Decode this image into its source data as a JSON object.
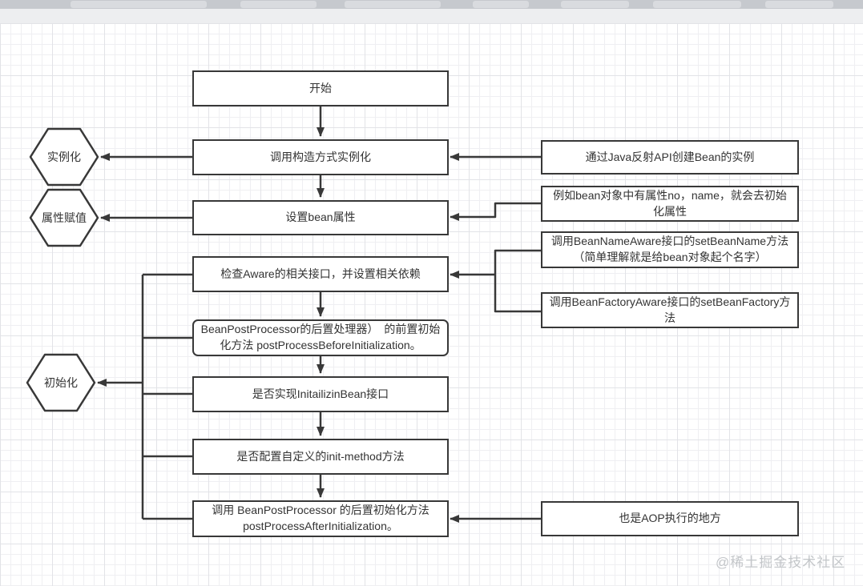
{
  "colors": {
    "stroke": "#383838",
    "node_fill": "#ffffff",
    "grid_minor": "#efeff2",
    "grid_major": "#e2e3e7",
    "tab_strip": "#c6c9ce",
    "toolbar": "#edeef0",
    "watermark_color": "#c3c6c9"
  },
  "watermark": "@稀土掘金技术社区",
  "flow": {
    "main": [
      {
        "label": "开始"
      },
      {
        "label": "调用构造方式实例化"
      },
      {
        "label": "设置bean属性"
      },
      {
        "label": "检查Aware的相关接口，并设置相关依赖"
      },
      {
        "label": "BeanPostProcessor的后置处理器）　的前置初始化方法 postProcessBeforeInitialization。"
      },
      {
        "label": "是否实现InitailizinBean接口"
      },
      {
        "label": "是否配置自定义的init-method方法"
      },
      {
        "label": "调用 BeanPostProcessor 的后置初始化方法 postProcessAfterInitialization。"
      }
    ],
    "stages": [
      {
        "label": "实例化"
      },
      {
        "label": "属性赋值"
      },
      {
        "label": "初始化"
      }
    ],
    "notes": [
      {
        "label": "通过Java反射API创建Bean的实例"
      },
      {
        "label": "例如bean对象中有属性no，name，就会去初始化属性"
      },
      {
        "label": "调用BeanNameAware接口的setBeanName方法（简单理解就是给bean对象起个名字）"
      },
      {
        "label": "调用BeanFactoryAware接口的setBeanFactory方法"
      },
      {
        "label": "也是AOP执行的地方"
      }
    ]
  }
}
